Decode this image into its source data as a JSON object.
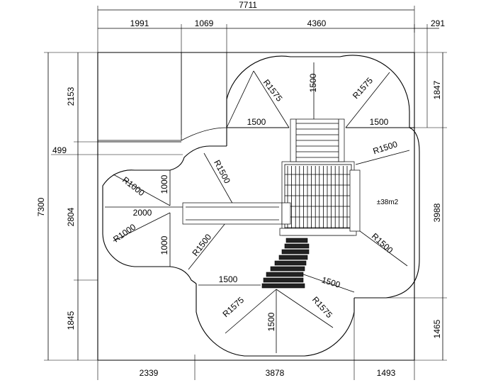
{
  "dimensions": {
    "top_total": "7711",
    "top_segments": [
      "1991",
      "1069",
      "4360",
      "291"
    ],
    "bottom_segments": [
      "2339",
      "3878",
      "1493"
    ],
    "left_total": "7300",
    "left_segments": [
      "2153",
      "499",
      "2804",
      "1845"
    ],
    "right_segments": [
      "1847",
      "3988",
      "1465"
    ]
  },
  "annotations": {
    "r1575_top_left": "R1575",
    "r1575_top_right": "R1575",
    "h1500_top": "1500",
    "w1500_top_left": "1500",
    "w1500_top_right": "1500",
    "r1500_right_upper": "R1500",
    "r1500_left_upper": "R1500",
    "r1000_left_upper": "R1000",
    "r1000_left_lower": "R1000",
    "v1000_left_upper": "1000",
    "v1000_left_lower": "1000",
    "w2000_left": "2000",
    "r1500_left_lower": "R1500",
    "r1500_right_lower": "R1500",
    "area": "±38m2",
    "w1500_bottom_left": "1500",
    "w1500_bottom_right": "1500",
    "r1575_bottom_left": "R1575",
    "r1575_bottom_right": "R1575",
    "h1500_bottom": "1500"
  }
}
